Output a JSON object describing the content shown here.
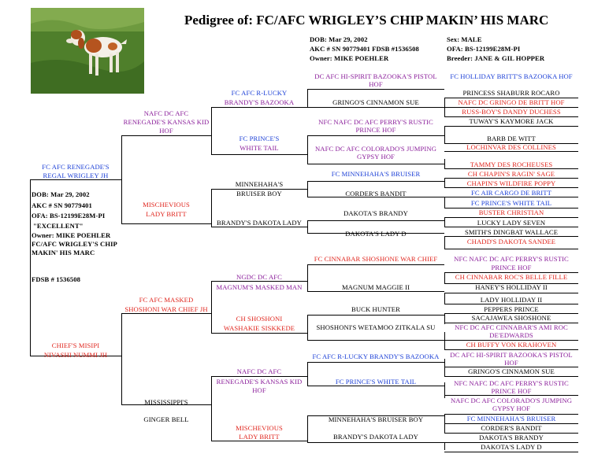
{
  "title": "Pedigree of:  FC/AFC WRIGLEY’S CHIP MAKIN’ HIS MARC",
  "header": {
    "dob": "DOB:  Mar 29, 2002",
    "akc": "AKC # SN 90779401  FDSB #1536508",
    "owner": "Owner:  MIKE POEHLER",
    "sex": "Sex: MALE",
    "ofa": "OFA:  BS-12199E28M-PI",
    "breeder": "Breeder: JANE & GIL HOPPER"
  },
  "subject": {
    "dob": "DOB: Mar 29, 2002",
    "akc": "AKC # SN 90779401",
    "ofa": "OFA:  BS-12199E28M-PI",
    "rating": "\"EXCELLENT\"",
    "owner": "Owner: MIKE POEHLER",
    "name1": "FC/AFC WRIGLEY'S CHIP",
    "name2": "MAKIN' HIS MARC",
    "fdsb": "FDSB # 1536508"
  },
  "gen1": {
    "sire": [
      "FC AFC RENEGADE'S",
      "REGAL WRIGLEY JH"
    ],
    "dam": [
      "CHIEF'S MISIPI",
      "NIVASHI NUMMI JH"
    ]
  },
  "gen2": {
    "ss": [
      "NAFC DC AFC",
      "RENEGADE'S KANSAS KID",
      "HOF"
    ],
    "sd": [
      "MISCHEVIOUS",
      "LADY BRITT"
    ],
    "ds": [
      "FC AFC MASKED",
      "SHOSHONI WAR CHIEF JH"
    ],
    "dd": [
      "MISSISSIPPI'S",
      "GINGER BELL"
    ]
  },
  "gen3": {
    "a": [
      "FC AFC R-LUCKY",
      "BRANDY'S BAZOOKA"
    ],
    "b": [
      "FC PRINCE'S",
      "WHITE TAIL"
    ],
    "c": [
      "MINNEHAHA'S",
      "BRUISER BOY"
    ],
    "d": "BRANDY'S DAKOTA LADY",
    "e": [
      "NGDC DC AFC",
      "MAGNUM'S MASKED MAN"
    ],
    "f": [
      "CH SHOSHONI",
      "WASHAKIE SISKKEDE"
    ],
    "g": [
      "NAFC DC AFC",
      "RENEGADE'S KANSAS KID",
      "HOF"
    ],
    "h": [
      "MISCHEVIOUS",
      "LADY BRITT"
    ]
  },
  "gen4": {
    "a1": [
      "DC AFC HI-SPIRIT BAZOOKA'S PISTOL",
      "HOF"
    ],
    "a2": "GRINGO'S CINNAMON SUE",
    "b1": [
      "NFC NAFC DC AFC PERRY'S RUSTIC",
      "PRINCE HOF"
    ],
    "b2": [
      "NAFC DC AFC COLORADO'S JUMPING",
      "GYPSY HOF"
    ],
    "c1": "FC MINNEHAHA'S BRUISER",
    "c2": "CORDER'S BANDIT",
    "d1": "DAKOTA'S BRANDY",
    "d2": "DAKOTA'S LADY D",
    "e1": "FC CINNABAR SHOSHONE WAR CHIEF",
    "e2": "MAGNUM MAGGIE II",
    "f1": "BUCK HUNTER",
    "f2": "SHOSHONI'S WETAMOO ZITKALA SU",
    "g1": "FC AFC R-LUCKY BRANDY'S BAZOOKA",
    "g2": "FC PRINCE'S WHITE TAIL",
    "h1": "MINNEHAHA'S BRUISER BOY",
    "h2": "BRANDY'S DAKOTA LADY"
  },
  "gen5": {
    "p1": "FC HOLLIDAY BRITT'S BAZOOKA HOF",
    "p2": "PRINCESS SHABURR ROCARO",
    "p3": "NAFC DC GRINGO DE BRITT HOF",
    "p4": "RUSS-BOY'S DANDY DUCHESS",
    "p5": "TUWAY'S KAYMORE JACK",
    "p6": "BARB DE WITT",
    "p7": "LOCHINVAR DES COLLINES",
    "p8": "TAMMY DES ROCHEUSES",
    "p9": "CH CHAPIN'S RAGIN' SAGE",
    "p10": "CHAPIN'S WILDFIRE POPPY",
    "p11": "FC AIR CARGO DE BRITT",
    "p12": "FC PRINCE'S WHITE TAIL",
    "p13": "BUSTER CHRISTIAN",
    "p14": "LUCKY LADY SEVEN",
    "p15": "SMITH'S DINGBAT WALLACE",
    "p16": "CHADD'S DAKOTA SANDEE",
    "p17": [
      "NFC NAFC DC AFC PERRY'S RUSTIC",
      "PRINCE HOF"
    ],
    "p18": "CH CINNABAR ROC'S BELLE FILLE",
    "p19": "HANEY'S HOLLIDAY II",
    "p20": "LADY HOLLIDAY II",
    "p21": "PEPPERS PRINCE",
    "p22": "SACAJAWEA SHOSHONE",
    "p23": [
      "NFC DC AFC CINNABAR'S AMI ROC",
      "DE'EDWARDS"
    ],
    "p24": "CH BUFFY VON KRAHOVEN",
    "p25": [
      "DC AFC HI-SPIRIT BAZOOKA'S PISTOL",
      "HOF"
    ],
    "p26": "GRINGO'S CINNAMON SUE",
    "p27": [
      "NFC NAFC DC AFC PERRY'S RUSTIC",
      "PRINCE HOF"
    ],
    "p28": [
      "NAFC DC AFC COLORADO'S JUMPING",
      "GYPSY HOF"
    ],
    "p29": "FC MINNEHAHA'S BRUISER",
    "p30": "CORDER'S BANDIT",
    "p31": "DAKOTA'S BRANDY",
    "p32": "DAKOTA'S LADY D"
  }
}
